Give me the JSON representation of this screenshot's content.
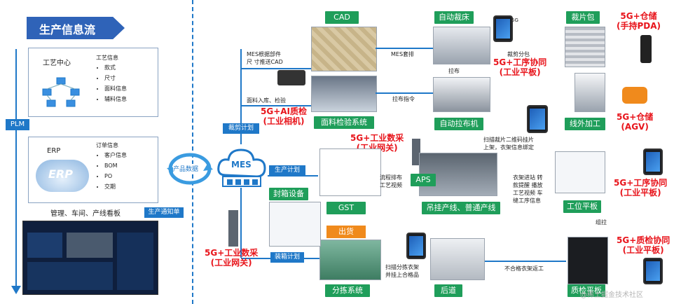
{
  "header": {
    "title": "生产信息流"
  },
  "plm": {
    "label": "PLM"
  },
  "craft_center": {
    "title": "工艺中心",
    "info_title": "工艺信息",
    "items": [
      "款式",
      "尺寸",
      "面料信息",
      "辅料信息"
    ]
  },
  "erp": {
    "title": "ERP",
    "logo": "ERP",
    "info_title": "订单信息",
    "items": [
      "客户信息",
      "BOM",
      "PO",
      "交期"
    ]
  },
  "dashboard": {
    "title": "管理、车间、产线看板"
  },
  "labels": {
    "production_notice": "生产通知单",
    "product_data": "产品数据",
    "mes": "MES",
    "cutting_plan": "裁剪计划",
    "production_plan": "生产计划",
    "packing_plan": "装箱计划",
    "mes_push_cad": "MES根据部件\n尺 寸推送CAD",
    "fabric_in_inspect": "面料入库、检验",
    "mes_marker": "MES套排",
    "spread_cmd": "拉布指令",
    "spread": "拉布",
    "cut_pack": "裁剪分包",
    "scan_hang": "扫描裁片二维码挂片\n上架，衣架信息绑定",
    "flow_video": "流程排布\n工艺视频",
    "station_in": "衣架进站 转\n款提醒 播放\n工艺视频 车\n缝工序信息",
    "defect_return": "不合格衣架返工",
    "group": "组拉",
    "scan_sort": "扫描分拣衣架\n并挂上合格品"
  },
  "nodes": {
    "cad": "CAD",
    "auto_cutter": "自动裁床",
    "cut_pack_node": "裁片包",
    "fabric_inspect_sys": "面料检验系统",
    "auto_spreader": "自动拉布机",
    "outsource": "线外加工",
    "gst": "GST",
    "aps": "APS",
    "hanging_line": "吊挂产线、普通产线",
    "station_tablet": "工位平板",
    "qc_tablet": "质检平板",
    "back_process": "后道",
    "sorting": "分拣系统",
    "sealing": "封箱设备",
    "shipping": "出货"
  },
  "red_labels": {
    "ai_qc": "5G+AI质检\n(工业相机)",
    "data_collect_top": "5G+工业数采\n(工业网关)",
    "process_top": "5G+工序协同\n(工业平板)",
    "storage_pda": "5G+仓储\n(手持PDA)",
    "storage_agv": "5G+仓储\n(AGV)",
    "process_right": "5G+工序协同\n(工业平板)",
    "qc_coop": "5G+质检协同\n(工业平板)",
    "data_collect_bottom": "5G+工业数采\n(工业网关)"
  },
  "signal": "5G",
  "watermark": "@稀土掘金技术社区",
  "colors": {
    "blue": "#1f78c8",
    "green": "#1f9e5a",
    "red": "#e8141b"
  }
}
